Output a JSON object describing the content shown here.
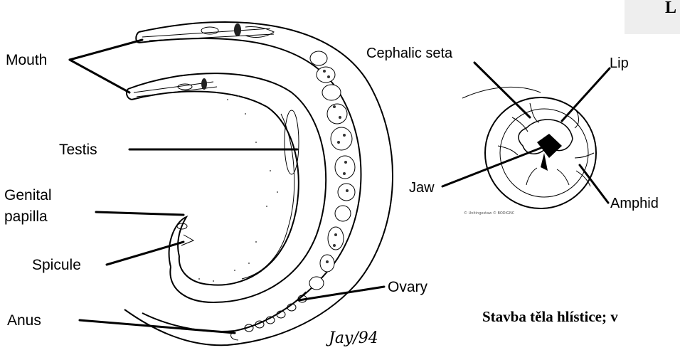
{
  "labels": {
    "mouth": "Mouth",
    "testis": "Testis",
    "genital_papilla_line1": "Genital",
    "genital_papilla_line2": "papilla",
    "spicule": "Spicule",
    "anus": "Anus",
    "cephalic_seta": "Cephalic seta",
    "lip": "Lip",
    "jaw": "Jaw",
    "amphid": "Amphid",
    "ovary": "Ovary"
  },
  "signature": "Jay/94",
  "caption": "Stavba těla hlístice; v",
  "corner_letter": "L",
  "credit": "© Unitingestaw © BODIGNC"
}
